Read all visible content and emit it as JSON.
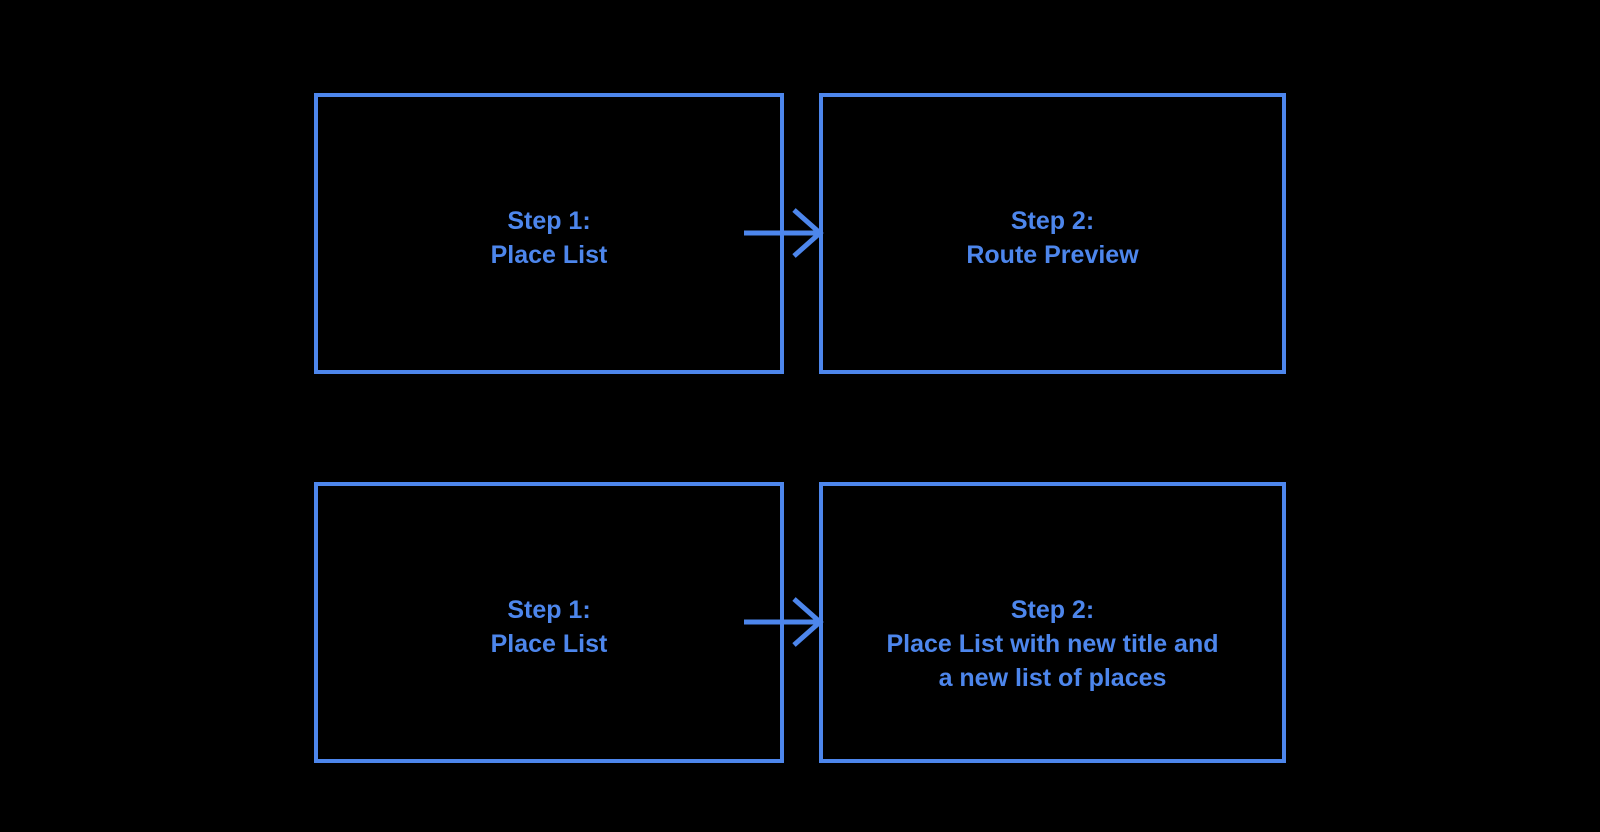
{
  "theme": {
    "background": "#000000",
    "accent": "#4d86ec"
  },
  "flow": {
    "rows": [
      {
        "from": {
          "lines": [
            "Step 1:",
            "Place List"
          ]
        },
        "arrow": "right-arrow",
        "to": {
          "lines": [
            "Step 2:",
            "Route Preview"
          ]
        }
      },
      {
        "from": {
          "lines": [
            "Step 1:",
            "Place List"
          ]
        },
        "arrow": "right-arrow",
        "to": {
          "lines": [
            "Step 2:",
            "Place List with new title and",
            "a new list of places"
          ]
        }
      }
    ]
  }
}
